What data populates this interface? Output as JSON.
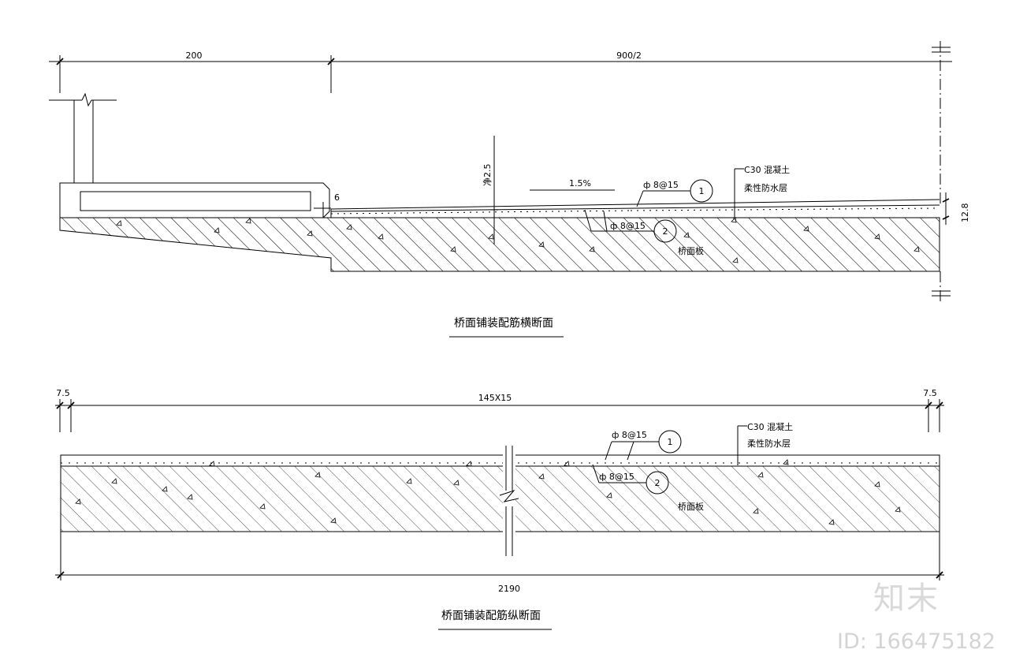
{
  "cross_section": {
    "title": "桥面铺装配筋横断面",
    "dim_left": "200",
    "dim_right": "900/2",
    "slope": "1.5%",
    "clearance": "净2.5",
    "curb_gap": "6",
    "thickness": "12.8",
    "rebar1_label": "ф 8@15",
    "rebar1_no": "1",
    "rebar2_label": "ф 8@15",
    "rebar2_no": "2",
    "concrete_label": "C30 混凝土",
    "waterproof_label": "柔性防水层",
    "deck_label": "桥面板"
  },
  "longitudinal_section": {
    "title": "桥面铺装配筋纵断面",
    "dim_left": "7.5",
    "dim_mid": "145X15",
    "dim_right": "7.5",
    "dim_total": "2190",
    "rebar1_label": "ф 8@15",
    "rebar1_no": "1",
    "rebar2_label": "ф 8@15",
    "rebar2_no": "2",
    "concrete_label": "C30 混凝土",
    "waterproof_label": "柔性防水层",
    "deck_label": "桥面板"
  },
  "watermark": {
    "brand": "知末",
    "id": "ID: 166475182",
    "color": "#d4d4d4"
  }
}
